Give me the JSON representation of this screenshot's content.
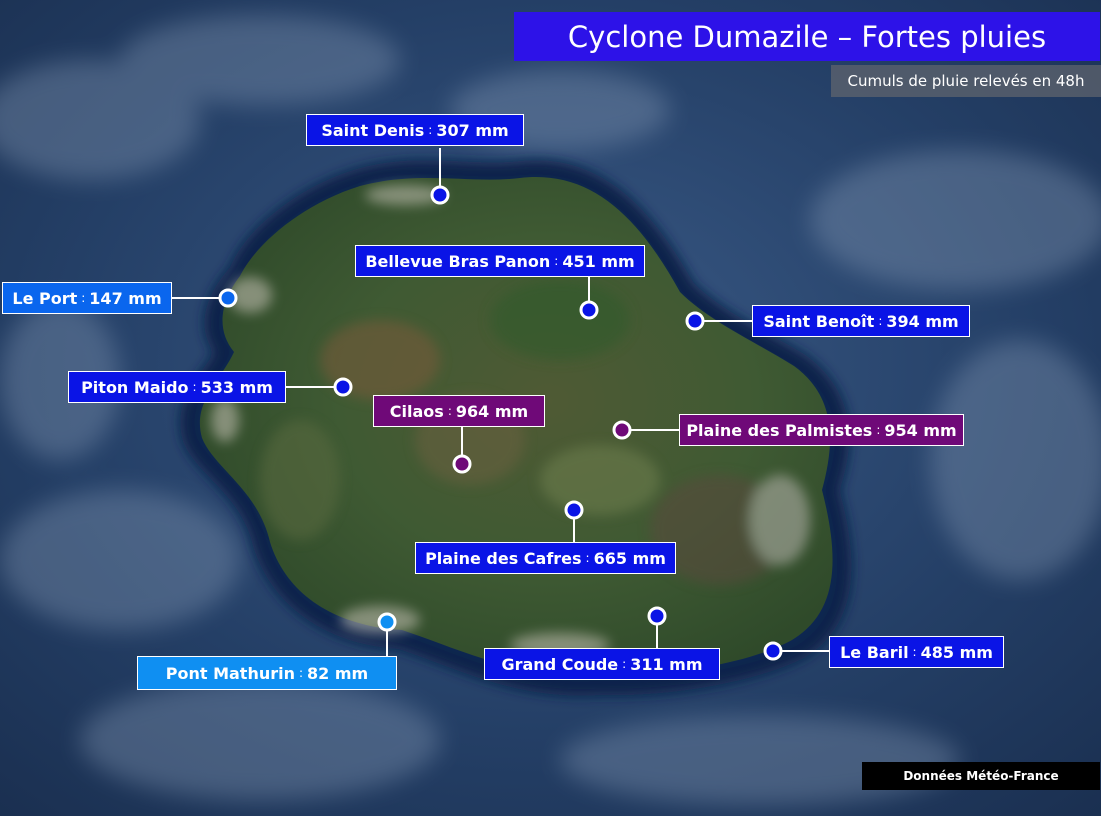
{
  "title": "Cyclone Dumazile – Fortes pluies",
  "subtitle": "Cumuls de pluie relevés en 48h",
  "source": "Données Météo-France",
  "separator": ":",
  "stations": [
    {
      "name": "Saint Denis",
      "value": "307 mm",
      "color": "#0a14e6"
    },
    {
      "name": "Bellevue Bras Panon",
      "value": "451 mm",
      "color": "#0a14e6"
    },
    {
      "name": "Le Port",
      "value": "147 mm",
      "color": "#0a66ee"
    },
    {
      "name": "Saint Benoît",
      "value": "394 mm",
      "color": "#0a14e6"
    },
    {
      "name": "Piton Maido",
      "value": "533 mm",
      "color": "#0a14e6"
    },
    {
      "name": "Cilaos",
      "value": "964 mm",
      "color": "#6f0978"
    },
    {
      "name": "Plaine des Palmistes",
      "value": "954 mm",
      "color": "#6f0978"
    },
    {
      "name": "Plaine des Cafres",
      "value": "665 mm",
      "color": "#0a14e6"
    },
    {
      "name": "Pont Mathurin",
      "value": "82 mm",
      "color": "#0f8ff2"
    },
    {
      "name": "Grand Coude",
      "value": "311 mm",
      "color": "#0a14e6"
    },
    {
      "name": "Le Baril",
      "value": "485 mm",
      "color": "#0a14e6"
    }
  ]
}
